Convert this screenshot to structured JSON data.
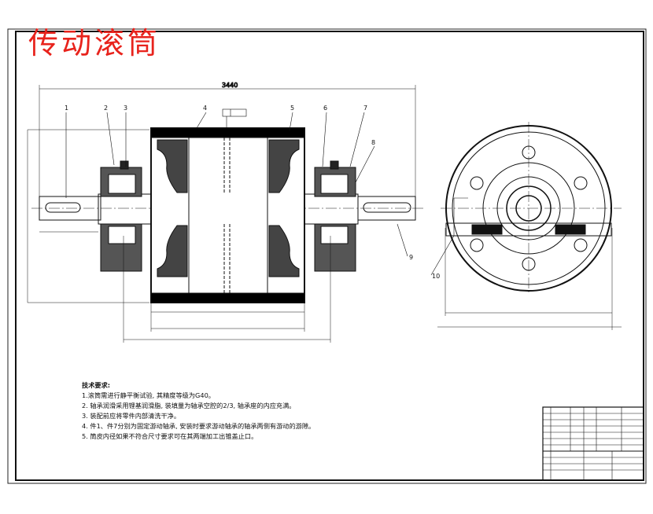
{
  "drawing_title": "传动滚筒",
  "part_numbers": [
    "1",
    "2",
    "3",
    "4",
    "5",
    "6",
    "7",
    "8",
    "9",
    "10"
  ],
  "technical_requirements": {
    "heading": "技术要求:",
    "items": [
      "1.滚筒需进行静平衡试验, 其精度等级为G40。",
      "2. 轴承润滑采用锂基润滑脂, 装填量为轴承空腔的2/3, 轴承座的内应充满。",
      "3. 装配前应将零件内部清洗干净。",
      "4. 件1、件7分别为固定游动轴承, 安装时要求游动轴承的轴承两侧有游动的游隙。",
      "5. 筒皮内径如果不符合尺寸要求可在其两端加工出锥盖止口。"
    ]
  },
  "colors": {
    "line": "#111111",
    "title": "#e8231c"
  }
}
